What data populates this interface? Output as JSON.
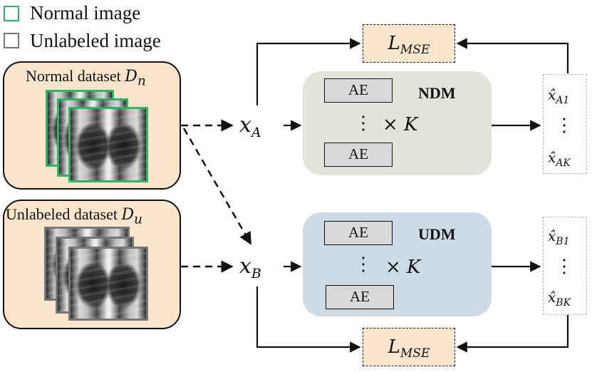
{
  "legend": {
    "normal": {
      "label": "Normal image",
      "color": "#2fb36b"
    },
    "unlabeled": {
      "label": "Unlabeled image",
      "color": "#777777"
    }
  },
  "normal_panel": {
    "title": "Normal dataset",
    "symbol": "D",
    "subscript": "n"
  },
  "unlabeled_panel": {
    "title": "Unlabeled dataset",
    "symbol": "D",
    "subscript": "u"
  },
  "inputs": {
    "a": {
      "symbol": "x",
      "subscript": "A"
    },
    "b": {
      "symbol": "x",
      "subscript": "B"
    }
  },
  "ndm": {
    "name": "NDM",
    "ae_top": "AE",
    "ae_bottom": "AE",
    "dots": "⋮",
    "times": "× K",
    "color": "#e3e3d9"
  },
  "udm": {
    "name": "UDM",
    "ae_top": "AE",
    "ae_bottom": "AE",
    "dots": "⋮",
    "times": "× K",
    "color": "#ccdbe6"
  },
  "loss_top": {
    "main": "L",
    "subscript": "MSE"
  },
  "loss_bottom": {
    "main": "L",
    "subscript": "MSE"
  },
  "outputs_a": {
    "first": "x̂",
    "first_sub": "A1",
    "dots": "⋮",
    "last": "x̂",
    "last_sub": "AK"
  },
  "outputs_b": {
    "first": "x̂",
    "first_sub": "B1",
    "dots": "⋮",
    "last": "x̂",
    "last_sub": "BK"
  }
}
